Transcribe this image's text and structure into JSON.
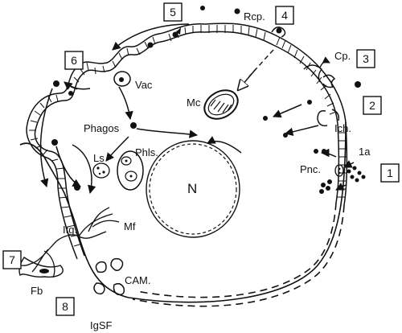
{
  "diagram": {
    "ink_color": "#111111",
    "background": "#ffffff",
    "step_numbers": [
      "1",
      "2",
      "3",
      "4",
      "5",
      "6",
      "7",
      "8"
    ],
    "labels": {
      "rcp": "Rcp.",
      "cp": "Cp.",
      "ich": "Ich.",
      "one_a": "1a",
      "pnc": "Pnc.",
      "vac": "Vac",
      "mc": "Mc",
      "phagos": "Phagos",
      "ls": "Ls",
      "phls": "Phls.",
      "n": "N",
      "itg": "Itg.",
      "mf": "Mf",
      "fb": "Fb",
      "cam": "CAM.",
      "igsf": "IgSF"
    }
  }
}
